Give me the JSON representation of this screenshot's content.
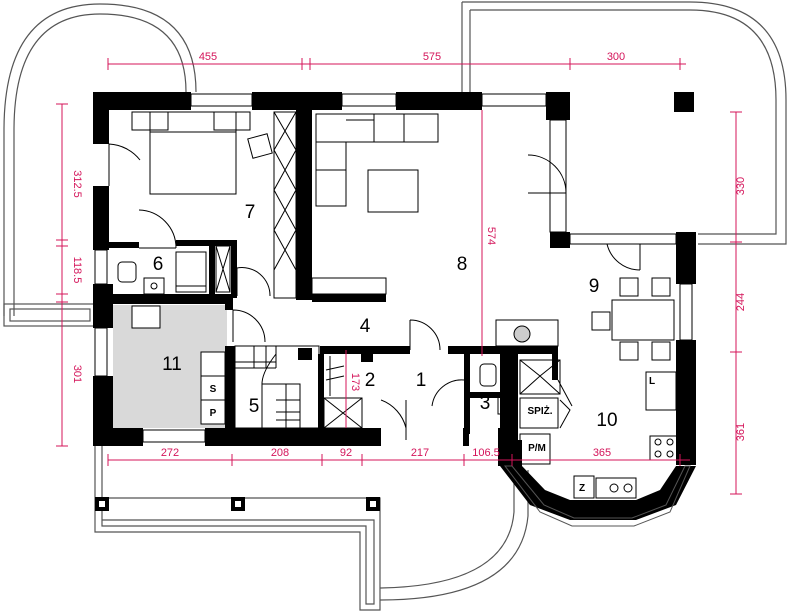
{
  "dimensions": {
    "top": [
      "455",
      "575",
      "300"
    ],
    "left": [
      "312.5",
      "118.5",
      "301"
    ],
    "right": [
      "330",
      "244",
      "361"
    ],
    "bottom": [
      "272",
      "208",
      "92",
      "217",
      "106.5",
      "365"
    ],
    "interior": [
      "574",
      "173"
    ]
  },
  "rooms": [
    "1",
    "2",
    "3",
    "4",
    "5",
    "6",
    "7",
    "8",
    "9",
    "10",
    "11"
  ],
  "labels": {
    "s": "S",
    "p": "P",
    "spiz": "SPIŻ.",
    "pm": "P/M",
    "z": "Z",
    "l": "L"
  },
  "colors": {
    "wall": "#000000",
    "dimension": "#d4145a",
    "garage_fill": "#d9d9d9"
  }
}
